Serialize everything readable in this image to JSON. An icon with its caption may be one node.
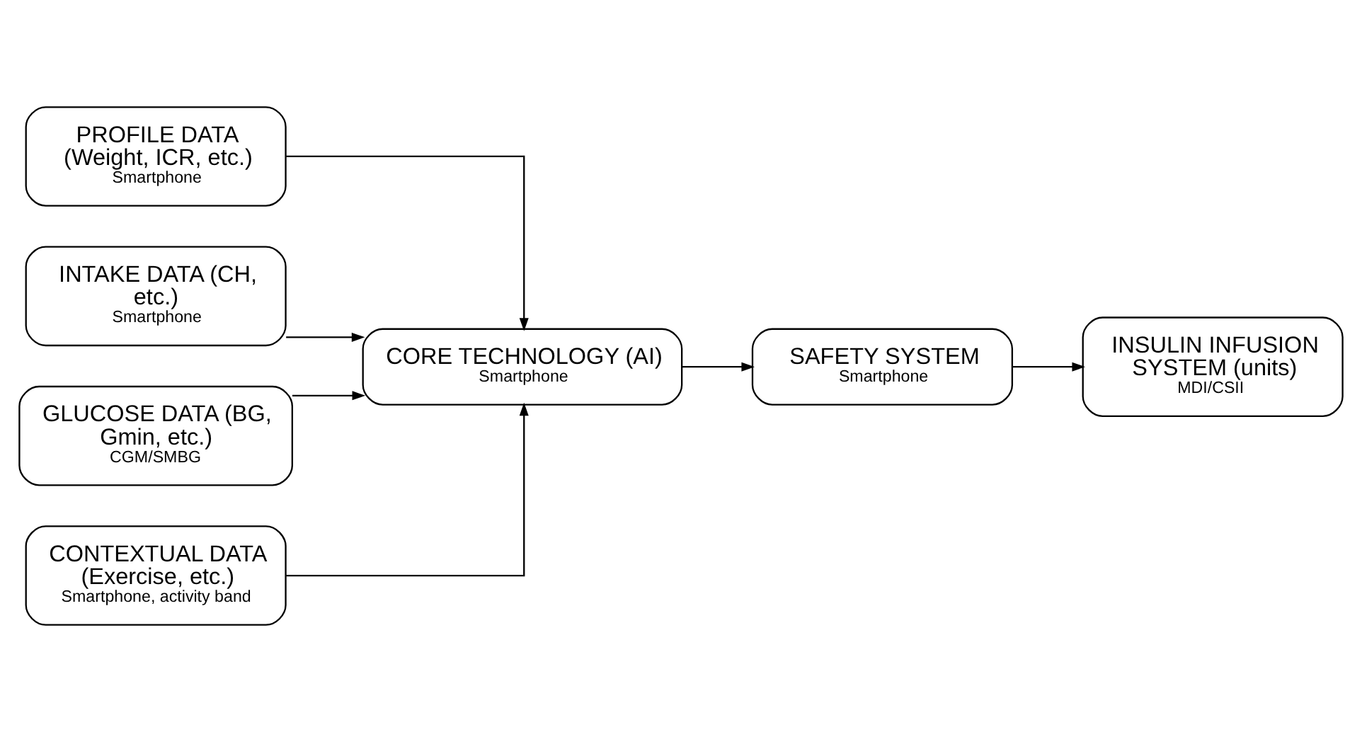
{
  "diagram": {
    "nodes": [
      {
        "text": [
          "PROFILE DATA (Weight, ICR, etc.)",
          "Smartphone"
        ]
      },
      {
        "text": [
          "INTAKE DATA (CH, etc.)",
          "Smartphone"
        ]
      },
      {
        "text": [
          "GLUCOSE DATA (BG, Gmin, etc.)",
          "CGM/SMBG"
        ]
      },
      {
        "text": [
          "CONTEXTUAL DATA (Exercise, etc.)",
          "Smartphone, activity band"
        ]
      },
      {
        "text": [
          "CORE TECHNOLOGY (AI)",
          "Smartphone"
        ]
      },
      {
        "text": [
          "SAFETY SYSTEM",
          "Smartphone"
        ]
      },
      {
        "text": [
          "INSULIN INFUSION SYSTEM (units)",
          "MDI/CSII"
        ]
      }
    ],
    "edges": [
      {
        "from": 0,
        "to": 4,
        "arrow": "to"
      },
      {
        "from": 1,
        "to": 4,
        "arrow": "to"
      },
      {
        "from": 2,
        "to": 4,
        "arrow": "to"
      },
      {
        "from": 3,
        "to": 4,
        "arrow": "to"
      },
      {
        "from": 4,
        "to": 5,
        "arrow": "to"
      },
      {
        "from": 5,
        "to": 6,
        "arrow": "to"
      }
    ]
  }
}
